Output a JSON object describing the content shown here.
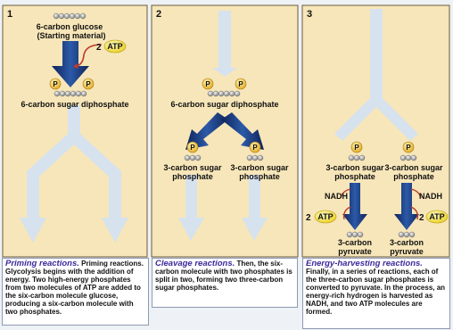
{
  "panels": [
    {
      "number": "1",
      "labels": {
        "glucose": "6-carbon glucose",
        "starting": "(Starting material)",
        "atp_count": "2",
        "atp": "ATP",
        "p1": "P",
        "p2": "P",
        "diphosphate": "6-carbon sugar diphosphate"
      },
      "caption_title": "Priming reactions.",
      "caption_text": " Priming reactions. Glycolysis begins with the addition of energy. Two high-energy phosphates from two molecules of ATP are added to the six-carbon molecule glucose, producing a six-carbon molecule with two phosphates."
    },
    {
      "number": "2",
      "labels": {
        "p1": "P",
        "p2": "P",
        "diphosphate": "6-carbon sugar diphosphate",
        "p3": "P",
        "p4": "P",
        "left_line1": "3-carbon sugar",
        "left_line2": "phosphate",
        "right_line1": "3-carbon sugar",
        "right_line2": "phosphate"
      },
      "caption_title": "Cleavage reactions.",
      "caption_text": " Then, the six-carbon molecule with two phosphates is split in two, forming two three-carbon sugar phosphates."
    },
    {
      "number": "3",
      "labels": {
        "p1": "P",
        "p2": "P",
        "left_line1": "3-carbon sugar",
        "left_line2": "phosphate",
        "right_line1": "3-carbon sugar",
        "right_line2": "phosphate",
        "nadh_left": "NADH",
        "nadh_right": "NADH",
        "atp_count_left": "2",
        "atp_left": "ATP",
        "atp_count_right": "2",
        "atp_right": "ATP",
        "pyr_left1": "3-carbon",
        "pyr_left2": "pyruvate",
        "pyr_right1": "3-carbon",
        "pyr_right2": "pyruvate"
      },
      "caption_title": "Energy-harvesting reactions.",
      "caption_text": " Finally, in a series of reactions, each of the three-carbon sugar phosphates is converted to pyruvate. In the process, an energy-rich hydrogen is harvested as NADH, and two ATP molecules are formed."
    }
  ],
  "colors": {
    "panel_bg": "#f7e6b9",
    "arrow_dark": "#1f3a7a",
    "arrow_light": "#d6e2ee",
    "phosphate": "#f2c53d",
    "atp": "#f4e43a",
    "curve": "#c0392b",
    "caption_title": "#3a2a9a"
  }
}
